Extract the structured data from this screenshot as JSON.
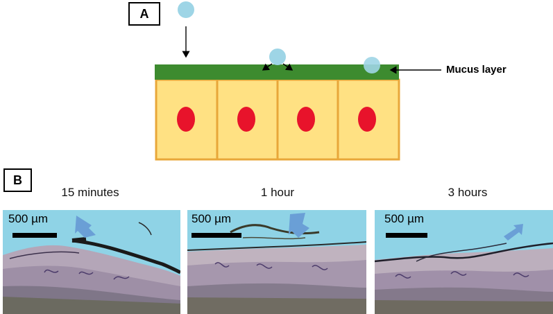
{
  "panel_a": {
    "label": "A",
    "mucus_label": "Mucus layer",
    "colors": {
      "mucus": "#3d8b2f",
      "cell_fill": "#ffe183",
      "cell_border": "#e8a73a",
      "nucleus": "#e8132b",
      "particle": "#9ed5e6"
    }
  },
  "panel_b": {
    "label": "B",
    "images": [
      {
        "caption": "15 minutes",
        "scale": "500 µm"
      },
      {
        "caption": "1 hour",
        "scale": "500 µm"
      },
      {
        "caption": "3 hours",
        "scale": "500 µm"
      }
    ],
    "colors": {
      "background": "#8fd3e6",
      "arrow": "#6a9fd6"
    }
  }
}
